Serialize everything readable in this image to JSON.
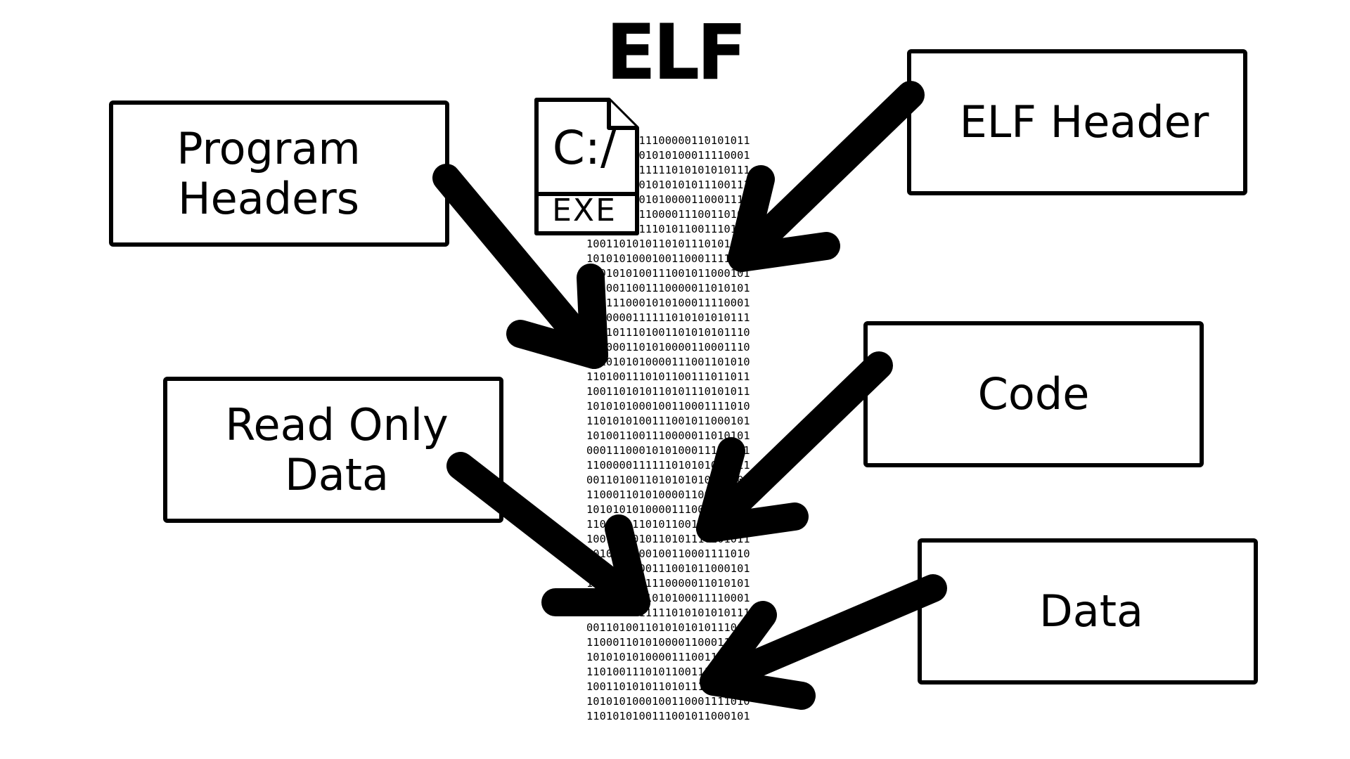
{
  "title": "ELF",
  "boxes": {
    "program_headers": "Program\nHeaders",
    "elf_header": "ELF Header",
    "read_only_data": "Read Only\nData",
    "code": "Code",
    "data": "Data"
  },
  "exe_icon": {
    "path_text": "C:/",
    "label": "EXE",
    "icon": "exe-file-icon"
  },
  "binary_lines": [
    "0101110111100000110101011",
    "0011010101010100011110001",
    "1100001111111010101010111",
    "1010111101010101011100111",
    "1101011101010000110001110",
    "1101100111000011100110101",
    "0000110111101011001110110",
    "1001101010110101110101011",
    "1010101000100110001111010",
    "1101010100111001011000101",
    "1010011001110000011010101",
    "0001110001010100011110001",
    "1100000111111010101010111",
    "0011011101001101010101110",
    "1100001101010000110001110",
    "1010101010000111001101010",
    "1101001110101100111011011",
    "1001101010110101110101011",
    "1010101000100110001111010",
    "1101010100111001011000101",
    "1010011001110000011010101",
    "0001110001010100011110001",
    "1100000111111010101010111",
    "0011010011010101010111001",
    "1100011010100001100011100",
    "1010101010000111001101010",
    "1101001110101100111011011",
    "1001101010110101110101011",
    "1010101000100110001111010",
    "1101010100111001011000101",
    "1010011001110000011010101",
    "0001110001010100011110001",
    "1100000111111010101010111",
    "0011010011010101010111001",
    "1100011010100001100011100",
    "1010101010000111001101010",
    "1101001110101100111011011",
    "1001101010110101110101011",
    "1010101000100110001111010",
    "1101010100111001011000101"
  ]
}
